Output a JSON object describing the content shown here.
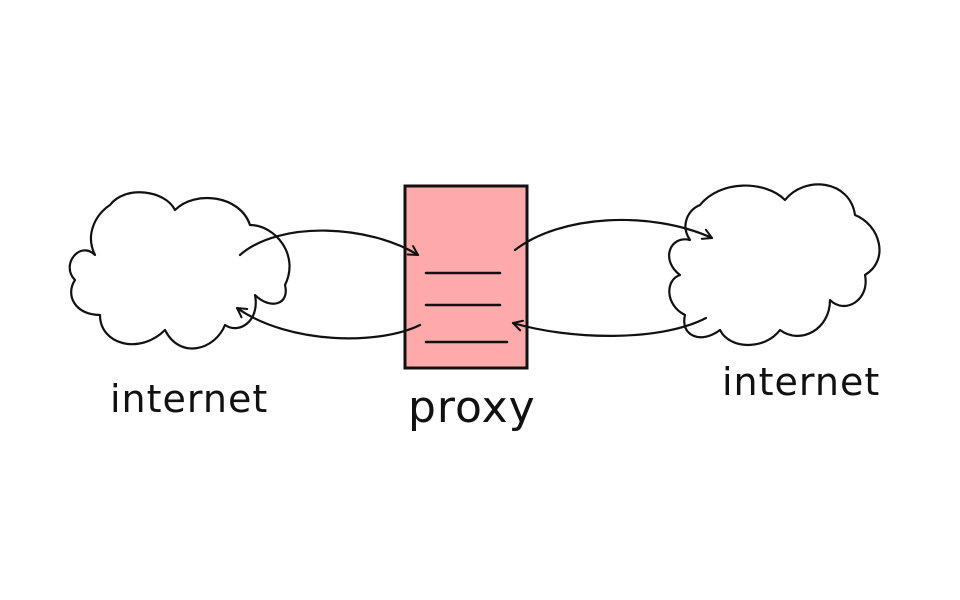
{
  "nodes": {
    "left_cloud": {
      "label": "internet"
    },
    "proxy": {
      "label": "proxy"
    },
    "right_cloud": {
      "label": "internet"
    }
  },
  "colors": {
    "proxy_fill": "#ffaaaa",
    "stroke": "#111111",
    "background": "#ffffff"
  }
}
